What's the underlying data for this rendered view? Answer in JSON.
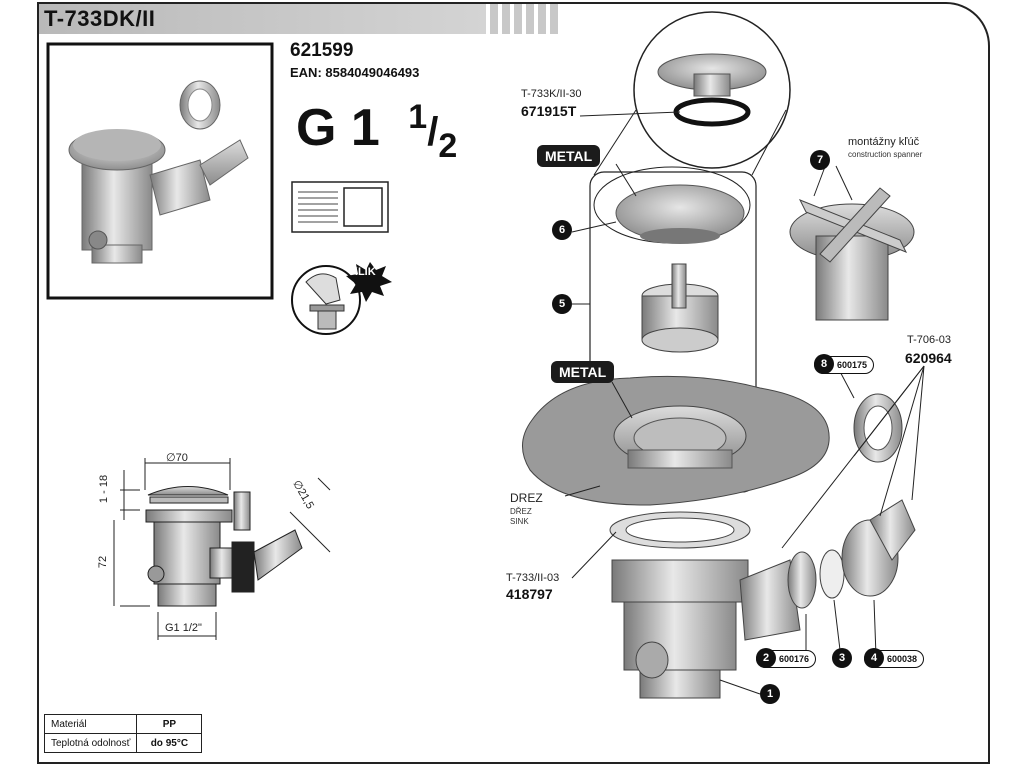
{
  "title": "T-733DK/II",
  "product": {
    "code": "621599",
    "ean": "EAN: 8584049046493",
    "thread_main": "G 1",
    "thread_frac_num": "1",
    "thread_frac_den": "2"
  },
  "klik": "KLIK",
  "tags": {
    "metal_top": "METAL",
    "metal_bottom": "METAL"
  },
  "parts": {
    "cap": {
      "label": "T-733K/II-30",
      "code": "671915T"
    },
    "spanner": {
      "label_cz": "montážny kľúč",
      "label_en": "construction spanner"
    },
    "hose": {
      "label": "T-706-03",
      "code": "620964"
    },
    "sink": {
      "l1": "DREZ",
      "l2": "DŘEZ",
      "l3": "SINK"
    },
    "body": {
      "label": "T-733/II-03",
      "code": "418797"
    }
  },
  "callouts": {
    "n1": "1",
    "n2": "2",
    "n3": "3",
    "n4": "4",
    "n5": "5",
    "n6": "6",
    "n7": "7",
    "n8": "8",
    "p8": "600175",
    "p2": "600176",
    "p4": "600038"
  },
  "dimensions": {
    "d70": "∅70",
    "d21": "∅21,5",
    "h1": "1 - 18",
    "h2": "72",
    "g": "G1 1/2\""
  },
  "materials": [
    {
      "label": "Materiál",
      "value": "PP"
    },
    {
      "label": "Teplotná odolnosť",
      "value": "do 95°C"
    }
  ]
}
